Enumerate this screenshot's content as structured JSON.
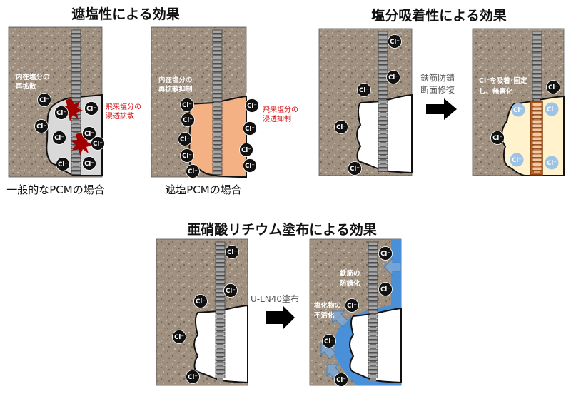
{
  "titles": {
    "salt_shielding": "遮塩性による効果",
    "salt_adsorption": "塩分吸着性による効果",
    "lithium_nitrite": "亜硝酸リチウム塗布による効果"
  },
  "captions": {
    "general_pcm": "一般的なPCMの場合",
    "shielding_pcm": "遮塩PCMの場合"
  },
  "labels": {
    "a_internal_1": "内在塩分の",
    "a_internal_2": "再拡散",
    "a_external_1": "飛来塩分の",
    "a_external_2": "浸透拡散",
    "b_internal_1": "内在塩分の",
    "b_internal_2": "再拡散抑制",
    "b_external_1": "飛来塩分の",
    "b_external_2": "浸透抑制",
    "d_adsorb_1": "Cl⁻を吸着･固定",
    "d_adsorb_2": "し、無害化",
    "f_rust_1": "鉄筋の",
    "f_rust_2": "防錆化",
    "f_inert_1": "塩化物の",
    "f_inert_2": "不活化"
  },
  "arrows": {
    "repair_1": "鉄筋防錆",
    "repair_2": "断面修復",
    "coating": "U-LN40塗布"
  },
  "ion_label": "Cl⁻",
  "colors": {
    "concrete": "#9e8e7e",
    "grey_pcm": "#d9d9d9",
    "shield_pcm": "#f4b183",
    "adsorb_pcm": "#fff2cc",
    "coating": "#4a90d9",
    "red_text": "#d01010"
  }
}
